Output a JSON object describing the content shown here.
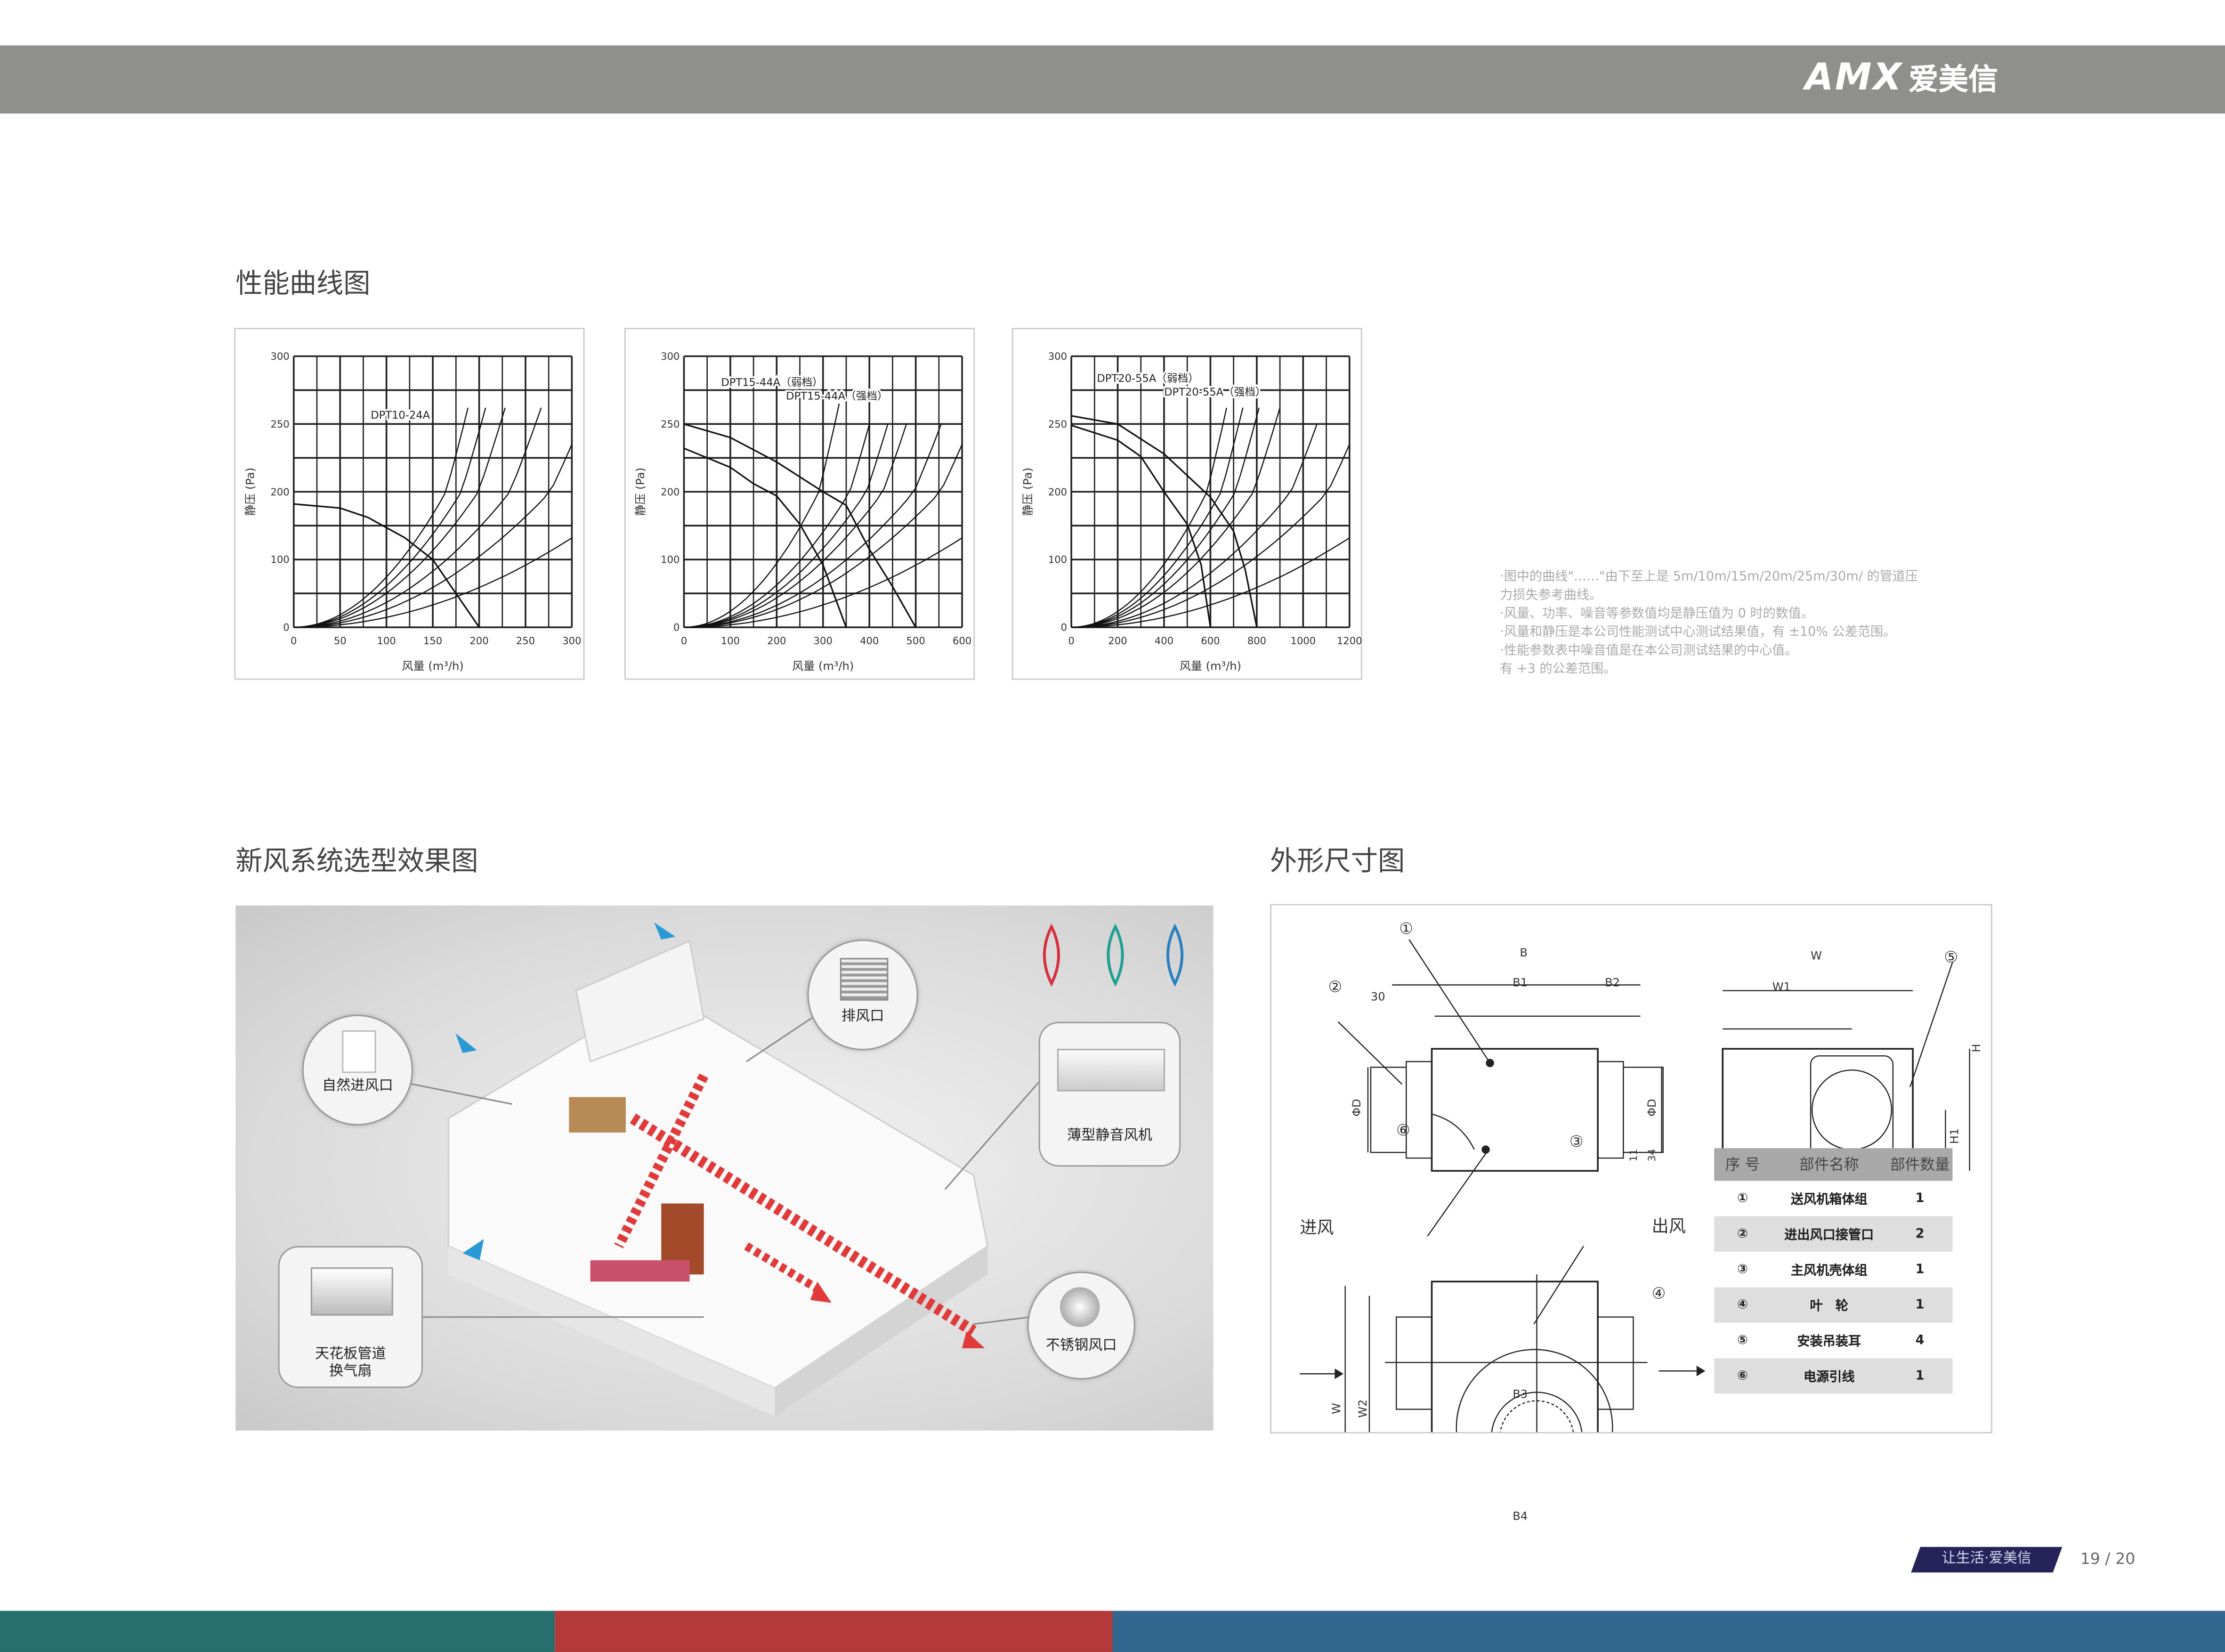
{
  "brand": {
    "logo_en": "AMX",
    "logo_cn": "爱美信",
    "slogan": "让生活·爱美信"
  },
  "page": {
    "current": "19",
    "total": "20",
    "separator": "/"
  },
  "colors": {
    "header": "#8f8f8c",
    "footer_teal": "#276f6c",
    "footer_red": "#b33a39",
    "footer_blue": "#31668f",
    "tag": "#25235a"
  },
  "sections": {
    "performance": "性能曲线图",
    "system": "新风系统选型效果图",
    "dimensions": "外形尺寸图"
  },
  "notes": [
    "·图中的曲线\"……\"由下至上是 5m/10m/15m/20m/25m/30m/ 的管道压",
    " 力损失参考曲线。",
    "·风量、功率、噪音等参数值均是静压值为 0 时的数值。",
    "·风量和静压是本公司性能测试中心测试结果值，有 ±10% 公差范围。",
    "·性能参数表中噪音值是在本公司测试结果的中心值。",
    " 有 +3 的公差范围。"
  ],
  "chart_data": [
    {
      "type": "line",
      "title": "",
      "xlabel": "风量 (m³/h)",
      "ylabel": "静压 (Pa)",
      "xlim": [
        0,
        300
      ],
      "x_ticks": [
        "0",
        "50",
        "100",
        "150",
        "200",
        "250",
        "300"
      ],
      "y_ticks": [
        "0",
        "100",
        "200",
        "250",
        "300"
      ],
      "grid": true,
      "labels": [
        {
          "text": "DPT10-24A",
          "x": 115,
          "y": 254
        }
      ],
      "fan_curves": [
        {
          "name": "DPT10-24A",
          "points": [
            [
              0,
              182
            ],
            [
              50,
              176
            ],
            [
              80,
              162
            ],
            [
              120,
              132
            ],
            [
              150,
              100
            ],
            [
              175,
              50
            ],
            [
              200,
              0
            ]
          ]
        }
      ],
      "duct_curves": {
        "names": [
          "5m",
          "10m",
          "15m",
          "20m",
          "25m",
          "30m"
        ],
        "end_points": [
          [
            188,
            262
          ],
          [
            207,
            262
          ],
          [
            228,
            262
          ],
          [
            267,
            262
          ],
          [
            300,
            235
          ],
          [
            300,
            132
          ]
        ]
      }
    },
    {
      "type": "line",
      "title": "",
      "xlabel": "风量 (m³/h)",
      "ylabel": "静压 (Pa)",
      "xlim": [
        0,
        600
      ],
      "x_ticks": [
        "0",
        "100",
        "200",
        "300",
        "400",
        "500",
        "600"
      ],
      "y_ticks": [
        "0",
        "100",
        "200",
        "250",
        "300"
      ],
      "grid": true,
      "labels": [
        {
          "text": "DPT15-44A（弱档）",
          "x": 190,
          "y": 278
        },
        {
          "text": "DPT15-44A（强档）",
          "x": 330,
          "y": 268
        }
      ],
      "fan_curves": [
        {
          "name": "DPT15-44A（强档）",
          "points": [
            [
              0,
              250
            ],
            [
              100,
              240
            ],
            [
              200,
              222
            ],
            [
              300,
              200
            ],
            [
              350,
              180
            ],
            [
              400,
              115
            ],
            [
              450,
              60
            ],
            [
              500,
              0
            ]
          ]
        },
        {
          "name": "DPT15-44A（弱档）",
          "points": [
            [
              0,
              232
            ],
            [
              100,
              218
            ],
            [
              150,
              206
            ],
            [
              200,
              194
            ],
            [
              250,
              152
            ],
            [
              300,
              92
            ],
            [
              350,
              0
            ]
          ]
        }
      ],
      "duct_curves": {
        "names": [
          "5m",
          "10m",
          "15m",
          "20m",
          "25m",
          "30m"
        ],
        "end_points": [
          [
            335,
            265
          ],
          [
            400,
            250
          ],
          [
            440,
            250
          ],
          [
            480,
            250
          ],
          [
            555,
            250
          ],
          [
            600,
            235
          ],
          [
            600,
            132
          ]
        ]
      }
    },
    {
      "type": "line",
      "title": "",
      "xlabel": "风量 (m³/h)",
      "ylabel": "静压 (Pa)",
      "xlim": [
        0,
        1200
      ],
      "x_ticks": [
        "0",
        "200",
        "400",
        "600",
        "800",
        "1000",
        "1200"
      ],
      "y_ticks": [
        "0",
        "100",
        "200",
        "250",
        "300"
      ],
      "grid": true,
      "labels": [
        {
          "text": "DPT20-55A（弱档）",
          "x": 330,
          "y": 281
        },
        {
          "text": "DPT20-55A（强档）",
          "x": 620,
          "y": 271
        }
      ],
      "fan_curves": [
        {
          "name": "DPT20-55A（强档）",
          "points": [
            [
              0,
              256
            ],
            [
              200,
              250
            ],
            [
              400,
              228
            ],
            [
              600,
              192
            ],
            [
              700,
              142
            ],
            [
              750,
              85
            ],
            [
              800,
              0
            ]
          ]
        },
        {
          "name": "DPT20-55A（弱档）",
          "points": [
            [
              0,
              249
            ],
            [
              200,
              238
            ],
            [
              300,
              226
            ],
            [
              400,
              200
            ],
            [
              500,
              152
            ],
            [
              560,
              92
            ],
            [
              600,
              0
            ]
          ]
        }
      ],
      "duct_curves": {
        "names": [
          "5m",
          "10m",
          "15m",
          "20m",
          "25m",
          "30m"
        ],
        "end_points": [
          [
            670,
            262
          ],
          [
            740,
            262
          ],
          [
            810,
            262
          ],
          [
            900,
            262
          ],
          [
            1060,
            250
          ],
          [
            1200,
            235
          ],
          [
            1200,
            132
          ]
        ]
      }
    }
  ],
  "house": {
    "callouts": {
      "exhaust": "排风口",
      "natural_inlet": "自然进风口",
      "fan": "薄型静音风机",
      "ceiling_fan_1": "天花板管道",
      "ceiling_fan_2": "换气扇",
      "stainless_vent": "不锈钢风口"
    }
  },
  "drawing": {
    "dims": {
      "B": "B",
      "B1": "B1",
      "B2": "B2",
      "d30": "30",
      "phiD": "ΦD",
      "W": "W",
      "W1": "W1",
      "H": "H",
      "H1": "H1",
      "W2": "W2",
      "B3": "B3",
      "B4": "B4",
      "d11": "11",
      "d34": "34",
      "Wv": "W"
    },
    "inlet": "进风",
    "outlet": "出风",
    "markers": [
      "①",
      "②",
      "③",
      "④",
      "⑤",
      "⑥"
    ]
  },
  "parts_table": {
    "headers": [
      "序 号",
      "部件名称",
      "部件数量"
    ],
    "rows": [
      [
        "①",
        "送风机箱体组",
        "1"
      ],
      [
        "②",
        "进出风口接管口",
        "2"
      ],
      [
        "③",
        "主风机壳体组",
        "1"
      ],
      [
        "④",
        "叶　轮",
        "1"
      ],
      [
        "⑤",
        "安装吊装耳",
        "4"
      ],
      [
        "⑥",
        "电源引线",
        "1"
      ]
    ]
  }
}
